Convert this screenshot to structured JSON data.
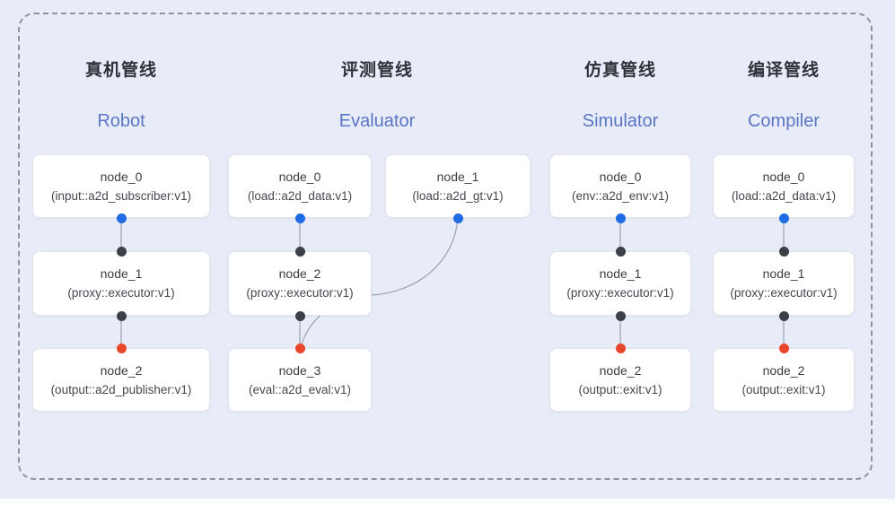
{
  "pipelines": [
    {
      "title": "真机管线",
      "subtitle": "Robot",
      "nodes": [
        {
          "name": "node_0",
          "detail": "(input::a2d_subscriber:v1)"
        },
        {
          "name": "node_1",
          "detail": "(proxy::executor:v1)"
        },
        {
          "name": "node_2",
          "detail": "(output::a2d_publisher:v1)"
        }
      ]
    },
    {
      "title": "评测管线",
      "subtitle": "Evaluator",
      "nodes": [
        {
          "name": "node_0",
          "detail": "(load::a2d_data:v1)"
        },
        {
          "name": "node_1",
          "detail": "(load::a2d_gt:v1)"
        },
        {
          "name": "node_2",
          "detail": "(proxy::executor:v1)"
        },
        {
          "name": "node_3",
          "detail": "(eval::a2d_eval:v1)"
        }
      ]
    },
    {
      "title": "仿真管线",
      "subtitle": "Simulator",
      "nodes": [
        {
          "name": "node_0",
          "detail": "(env::a2d_env:v1)"
        },
        {
          "name": "node_1",
          "detail": "(proxy::executor:v1)"
        },
        {
          "name": "node_2",
          "detail": "(output::exit:v1)"
        }
      ]
    },
    {
      "title": "编译管线",
      "subtitle": "Compiler",
      "nodes": [
        {
          "name": "node_0",
          "detail": "(load::a2d_data:v1)"
        },
        {
          "name": "node_1",
          "detail": "(proxy::executor:v1)"
        },
        {
          "name": "node_2",
          "detail": "(output::exit:v1)"
        }
      ]
    }
  ],
  "edges": [
    {
      "from": "robot.node_0",
      "to": "robot.node_1"
    },
    {
      "from": "robot.node_1",
      "to": "robot.node_2"
    },
    {
      "from": "evaluator.node_0",
      "to": "evaluator.node_2"
    },
    {
      "from": "evaluator.node_1",
      "to": "evaluator.node_3"
    },
    {
      "from": "evaluator.node_2",
      "to": "evaluator.node_3"
    },
    {
      "from": "simulator.node_0",
      "to": "simulator.node_1"
    },
    {
      "from": "simulator.node_1",
      "to": "simulator.node_2"
    },
    {
      "from": "compiler.node_0",
      "to": "compiler.node_1"
    },
    {
      "from": "compiler.node_1",
      "to": "compiler.node_2"
    }
  ],
  "colors": {
    "background": "#e8ecf8",
    "dashed_border": "#8e939d",
    "edge_line": "#9aa3b0",
    "port_blue": "#1f6be4",
    "port_black": "#3b4046",
    "port_red": "#e8472e",
    "subtitle_blue": "#5a75c6",
    "title_dark": "#2e3238"
  }
}
